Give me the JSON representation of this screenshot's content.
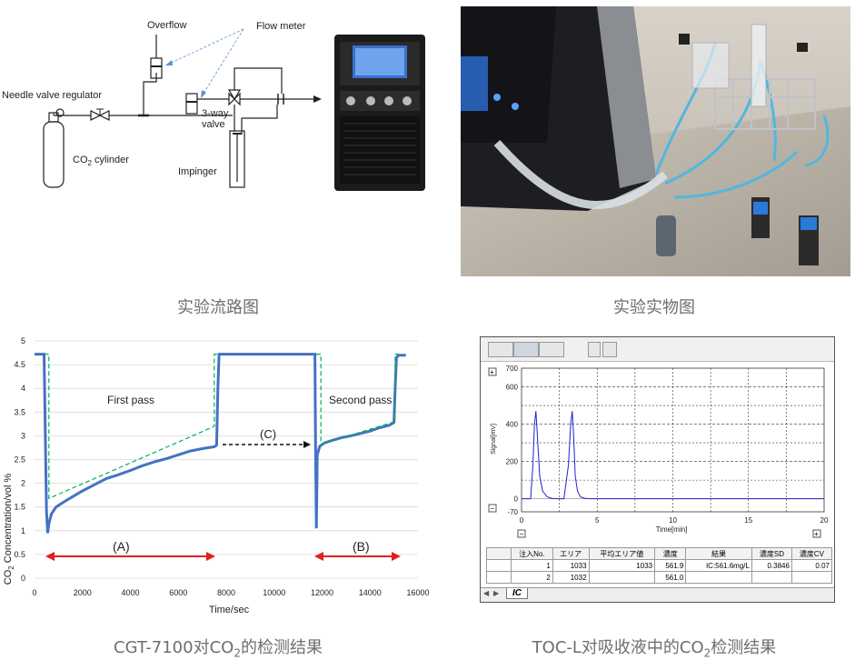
{
  "panel_flow": {
    "caption": "实验流路图",
    "labels": {
      "overflow": "Overflow",
      "flow_meter": "Flow meter",
      "needle_valve": "Needle valve regulator",
      "three_way": "3-way",
      "valve": "valve",
      "cylinder": "CO",
      "cylinder_sub": "2",
      "cylinder_suffix": " cylinder",
      "impinger": "Impinger"
    }
  },
  "panel_photo": {
    "caption": "实验实物图"
  },
  "panel_cgt": {
    "caption_prefix": "CGT-7100对CO",
    "caption_sub": "2",
    "caption_suffix": "的检测结果",
    "annotations": {
      "first_pass": "First pass",
      "second_pass": "Second pass",
      "c": "(C)",
      "a": "(A)",
      "b": "(B)"
    }
  },
  "panel_toc": {
    "caption_prefix": "TOC-L对吸收液中的CO",
    "caption_sub": "2",
    "caption_suffix": "检测结果",
    "table": {
      "headers": [
        "注入No.",
        "エリア",
        "平均エリア値",
        "濃度",
        "結果",
        "濃度SD",
        "濃度CV"
      ],
      "rows": [
        [
          "1",
          "1033",
          "1033",
          "561.9",
          "IC:561.6mg/L",
          "0.3846",
          "0.07"
        ],
        [
          "2",
          "1032",
          "",
          "561.0",
          "",
          "",
          ""
        ]
      ]
    },
    "tab_label": "IC"
  },
  "chart_data": [
    {
      "type": "line",
      "title": "",
      "xlabel": "Time/sec",
      "ylabel": "CO2 Concentration/vol%",
      "xlim": [
        0,
        16000
      ],
      "ylim": [
        0,
        5
      ],
      "xticks": [
        0,
        2000,
        4000,
        6000,
        8000,
        10000,
        12000,
        14000,
        16000
      ],
      "yticks": [
        0,
        0.5,
        1,
        1.5,
        2,
        2.5,
        3,
        3.5,
        4,
        4.5,
        5
      ],
      "grid": "horizontal",
      "series": [
        {
          "color": "#4472c4",
          "x": [
            0,
            400,
            450,
            500,
            550,
            600,
            700,
            900,
            1200,
            1600,
            2000,
            2500,
            3000,
            3500,
            4000,
            4500,
            5000,
            5500,
            6000,
            6500,
            7000,
            7500,
            7600,
            7650,
            7700,
            8000,
            9000,
            10000,
            11000,
            11700,
            11730,
            11760,
            11800,
            11900,
            12100,
            12400,
            12800,
            13200,
            13600,
            14000,
            14400,
            14800,
            15000,
            15050,
            15100,
            15200,
            15500
          ],
          "y": [
            4.72,
            4.72,
            3.0,
            1.4,
            0.95,
            1.15,
            1.35,
            1.5,
            1.6,
            1.72,
            1.84,
            1.97,
            2.1,
            2.18,
            2.27,
            2.37,
            2.45,
            2.52,
            2.6,
            2.68,
            2.73,
            2.77,
            2.8,
            4.0,
            4.72,
            4.72,
            4.72,
            4.72,
            4.72,
            4.72,
            2.5,
            1.05,
            2.6,
            2.78,
            2.85,
            2.9,
            2.96,
            3.0,
            3.05,
            3.1,
            3.17,
            3.22,
            3.28,
            4.0,
            4.65,
            4.7,
            4.7
          ]
        },
        {
          "color": "#00b050",
          "dashed": true,
          "x": [
            400,
            600,
            600,
            7500,
            7500,
            7650
          ],
          "y": [
            4.72,
            4.72,
            1.68,
            3.2,
            4.72,
            4.72
          ]
        },
        {
          "color": "#00b050",
          "dashed": true,
          "x": [
            11750,
            11950,
            11950,
            15050,
            15050,
            15200
          ],
          "y": [
            4.72,
            4.72,
            2.82,
            3.3,
            4.72,
            4.72
          ]
        }
      ]
    },
    {
      "type": "line",
      "title": "",
      "xlabel": "Time[min]",
      "ylabel": "Signal[mV]",
      "xlim": [
        0,
        20
      ],
      "ylim": [
        -70,
        700
      ],
      "xticks": [
        0,
        5,
        10,
        15,
        20
      ],
      "yticks": [
        -70,
        0,
        200,
        400,
        600,
        700
      ],
      "series": [
        {
          "color": "#2222cc",
          "x": [
            0,
            0.6,
            0.75,
            0.85,
            0.95,
            1.05,
            1.2,
            1.4,
            1.7,
            2.0,
            2.4,
            2.8,
            3.1,
            3.25,
            3.35,
            3.45,
            3.55,
            3.7,
            3.9,
            4.2,
            4.5,
            4.8,
            20
          ],
          "y": [
            0,
            0,
            180,
            400,
            470,
            330,
            120,
            40,
            10,
            2,
            0,
            0,
            180,
            400,
            470,
            330,
            120,
            40,
            10,
            2,
            0,
            0,
            0
          ]
        }
      ]
    }
  ]
}
